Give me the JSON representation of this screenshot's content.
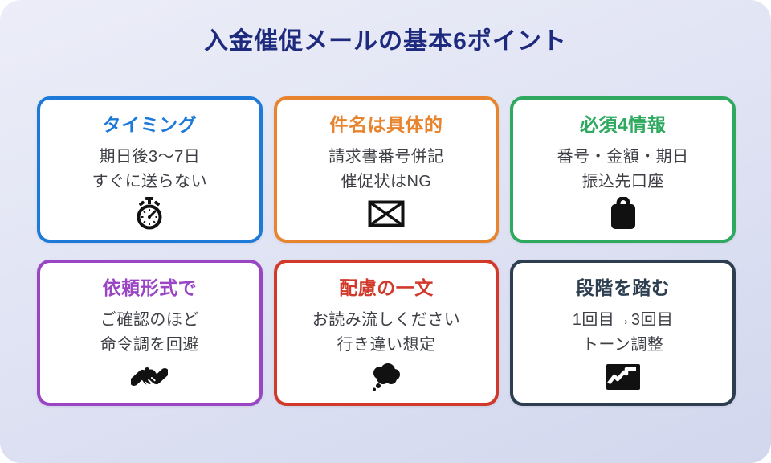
{
  "page": {
    "title": "入金催促メールの基本6ポイント",
    "title_color": "#1e2a7d"
  },
  "cards": [
    {
      "title": "タイミング",
      "color": "#1e7ad9",
      "lines": [
        "期日後3〜7日",
        "すぐに送らない"
      ],
      "icon": "stopwatch-icon"
    },
    {
      "title": "件名は具体的",
      "color": "#e8842e",
      "lines": [
        "請求書番号併記",
        "催促状はNG"
      ],
      "icon": "envelope-icon"
    },
    {
      "title": "必須4情報",
      "color": "#2fa95f",
      "lines": [
        "番号・金額・期日",
        "振込先口座"
      ],
      "icon": "clipboard-icon"
    },
    {
      "title": "依頼形式で",
      "color": "#9a46c4",
      "lines": [
        "ご確認のほど",
        "命令調を回避"
      ],
      "icon": "handshake-icon"
    },
    {
      "title": "配慮の一文",
      "color": "#d13a2b",
      "lines": [
        "お読み流しください",
        "行き違い想定"
      ],
      "icon": "thought-balloon-icon"
    },
    {
      "title": "段階を踏む",
      "color": "#2c3e50",
      "lines": [
        "1回目→3回目",
        "トーン調整"
      ],
      "icon": "line-chart-icon"
    }
  ]
}
